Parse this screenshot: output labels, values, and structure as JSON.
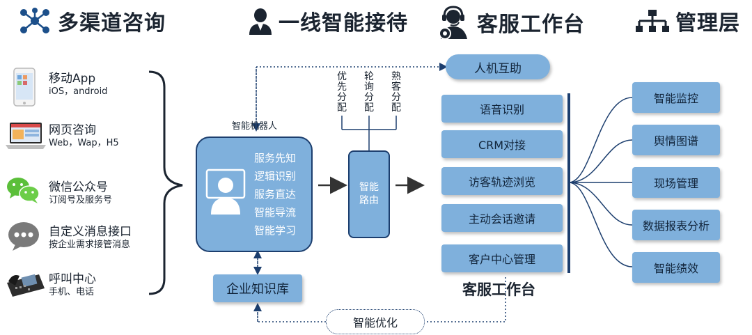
{
  "headers": {
    "multi_channel": "多渠道咨询",
    "frontline": "一线智能接待",
    "workbench": "客服工作台",
    "management": "管理层"
  },
  "channels": [
    {
      "name": "移动App",
      "sub": "iOS，android",
      "icon": "smartphone-icon"
    },
    {
      "name": "网页咨询",
      "sub": "Web，Wap，H5",
      "icon": "laptop-icon"
    },
    {
      "name": "微信公众号",
      "sub": "订阅号及服务号",
      "icon": "wechat-icon"
    },
    {
      "name": "自定义消息接口",
      "sub": "按企业需求接管消息",
      "icon": "chat-bubble-icon"
    },
    {
      "name": "呼叫中心",
      "sub": "手机、电话",
      "icon": "phone-icon"
    }
  ],
  "robot": {
    "label": "智能机器人",
    "items": [
      "服务先知",
      "逻辑识别",
      "服务直达",
      "智能导流",
      "智能学习"
    ]
  },
  "knowledge_base": "企业知识库",
  "router": {
    "label_line1": "智能",
    "label_line2": "路由",
    "strategies": [
      {
        "chars": [
          "优",
          "先",
          "分",
          "配"
        ]
      },
      {
        "chars": [
          "轮",
          "询",
          "分",
          "配"
        ]
      },
      {
        "chars": [
          "熟",
          "客",
          "分",
          "配"
        ]
      }
    ]
  },
  "human_machine": "人机互助",
  "workbench_items": [
    "语音识别",
    "CRM对接",
    "访客轨迹浏览",
    "主动会话邀请",
    "客户中心管理"
  ],
  "workbench_label": "客服工作台",
  "management_items": [
    "智能监控",
    "舆情图谱",
    "现场管理",
    "数据报表分析",
    "智能绩效"
  ],
  "optimization": "智能优化",
  "colors": {
    "box_fill": "#7fb0dc",
    "box_border": "#1c3e6e",
    "line": "#1c3e6e",
    "text": "#1b2430"
  }
}
